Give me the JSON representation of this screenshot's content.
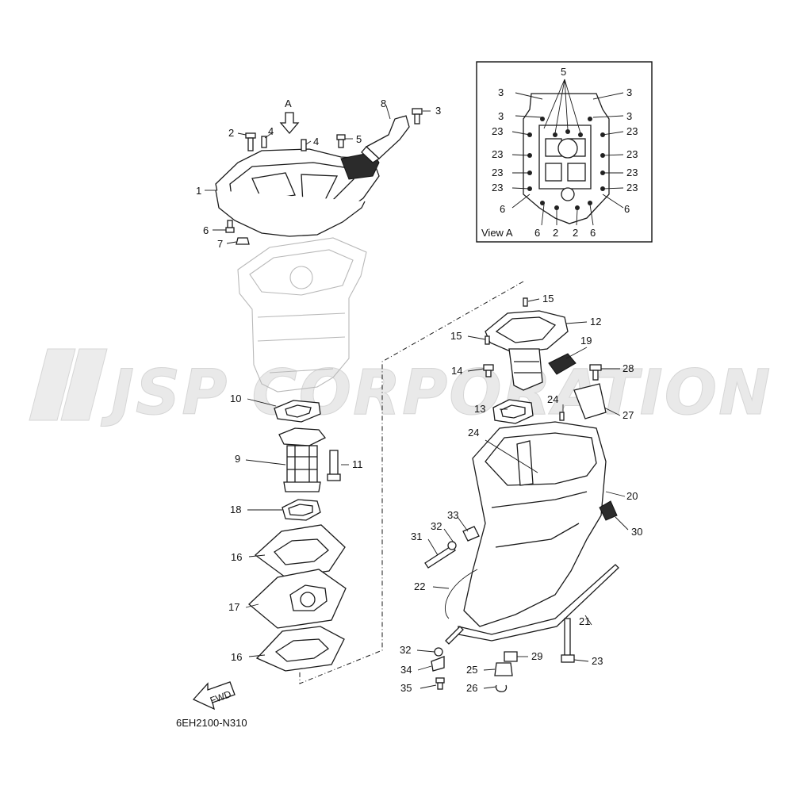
{
  "diagram": {
    "code": "6EH2100-N310",
    "watermark": "JSP CORPORATION",
    "view_label": "View A",
    "arrow_label": "A",
    "fwd_label": "FWD",
    "callouts": {
      "c1": "1",
      "c2": "2",
      "c3": "3",
      "c4a": "4",
      "c4b": "4",
      "c5": "5",
      "c6": "6",
      "c7": "7",
      "c8": "8",
      "c9": "9",
      "c10": "10",
      "c11": "11",
      "c12": "12",
      "c13": "13",
      "c14": "14",
      "c15a": "15",
      "c15b": "15",
      "c16a": "16",
      "c16b": "16",
      "c17": "17",
      "c18": "18",
      "c19": "19",
      "c20": "20",
      "c21": "21",
      "c22": "22",
      "c23": "23",
      "c24a": "24",
      "c24b": "24",
      "c25": "25",
      "c26": "26",
      "c27": "27",
      "c28": "28",
      "c29": "29",
      "c30": "30",
      "c31": "31",
      "c32a": "32",
      "c32b": "32",
      "c33": "33",
      "c34": "34",
      "c35": "35"
    },
    "view_a": {
      "top": "5",
      "left": [
        "3",
        "3",
        "23",
        "23",
        "23",
        "23",
        "6"
      ],
      "right": [
        "3",
        "3",
        "23",
        "23",
        "23",
        "23",
        "6"
      ],
      "bottom": [
        "6",
        "2",
        "2",
        "6"
      ]
    }
  }
}
